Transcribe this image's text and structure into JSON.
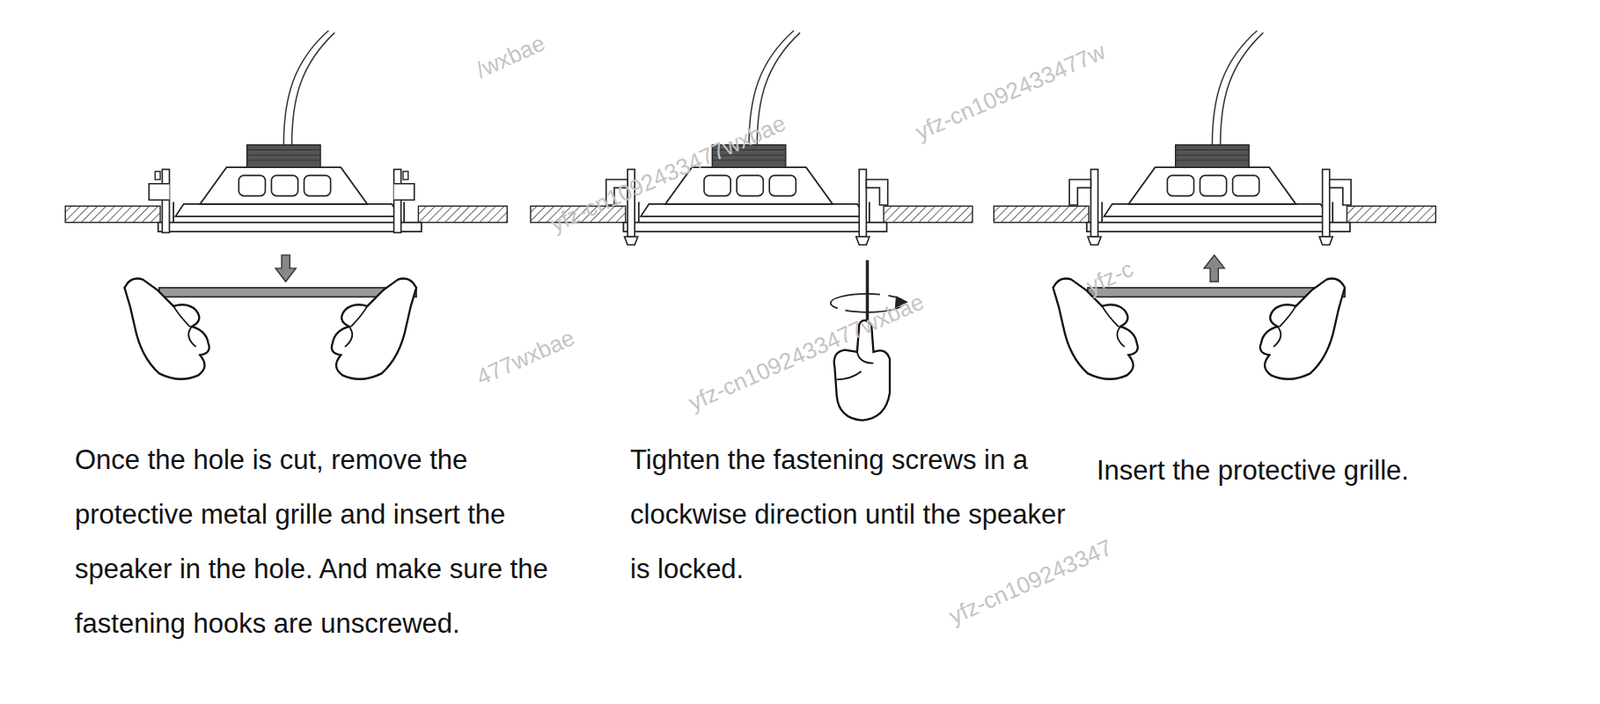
{
  "diagram": {
    "labels": [
      "Once the hole is cut, remove the protective metal grille and insert the speaker in the hole. And make sure the fastening hooks are unscrewed.",
      "Tighten the fastening screws in a clockwise direction until the speaker is locked.",
      "Insert the protective grille.",
      "/wxbae",
      "yfz-cn1092433477w",
      "yfz-cn1092433477wxbae",
      "477wxbae",
      "yfz-cn1092433477wxbae",
      "yfz-c",
      "yfz-cn109243347"
    ]
  }
}
